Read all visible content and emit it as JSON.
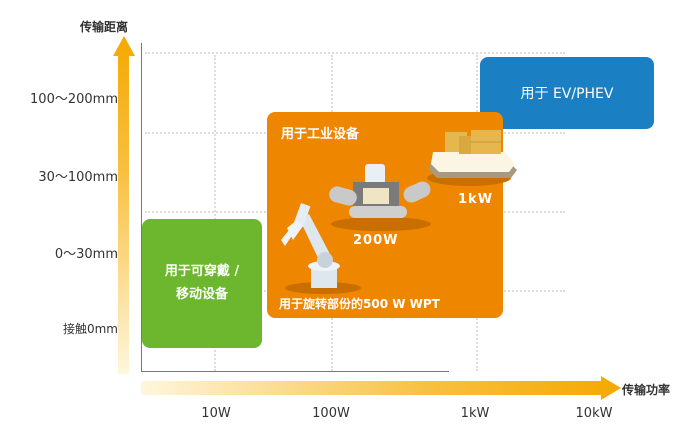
{
  "y_axis": {
    "title": "传输距离",
    "ticks": [
      "100～200mm",
      "30～100mm",
      "0～30mm",
      "接触0mm"
    ]
  },
  "x_axis": {
    "title": "传输功率",
    "ticks": [
      "10W",
      "100W",
      "1kW",
      "10kW"
    ]
  },
  "regions": {
    "wearable": {
      "line1": "用于可穿戴 /",
      "line2": "移动设备",
      "color": "#6db72e"
    },
    "industrial": {
      "title": "用于工业设备",
      "robot_label": "200W",
      "agv_label": "1kW",
      "rotary_label": "用于旋转部份的500 W WPT",
      "color": "#ee8600"
    },
    "ev": {
      "label": "用于 EV/PHEV",
      "color": "#1b7fc4"
    }
  },
  "colors": {
    "arrow": "#f5a800",
    "axis": "#777777",
    "grid": "#dcdcdc"
  }
}
